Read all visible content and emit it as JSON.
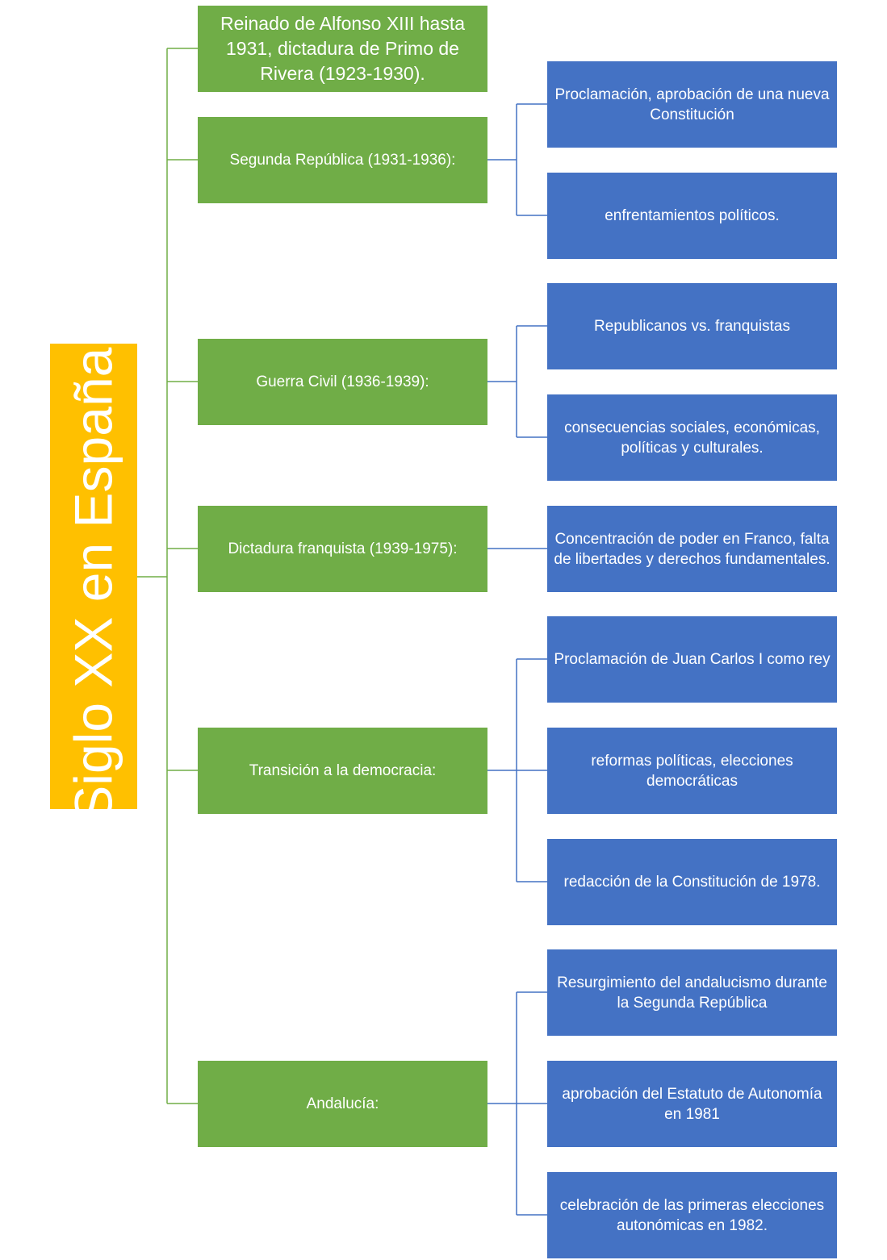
{
  "colors": {
    "root": "#FFC000",
    "level1": "#70AD47",
    "level2": "#4472C4",
    "connector_level1": "#70AD47",
    "connector_level2": "#4472C4"
  },
  "root": {
    "label": "Siglo XX en España:"
  },
  "branches": [
    {
      "label": "Reinado de Alfonso XIII hasta 1931, dictadura de Primo de Rivera (1923-1930).",
      "children": []
    },
    {
      "label": "Segunda República (1931-1936):",
      "children": [
        {
          "label": "Proclamación, aprobación de una nueva Constitución"
        },
        {
          "label": "enfrentamientos políticos."
        }
      ]
    },
    {
      "label": "Guerra Civil (1936-1939):",
      "children": [
        {
          "label": "Republicanos vs. franquistas"
        },
        {
          "label": "consecuencias sociales, económicas, políticas y culturales."
        }
      ]
    },
    {
      "label": "Dictadura franquista (1939-1975):",
      "children": [
        {
          "label": "Concentración de poder en Franco, falta de libertades y derechos fundamentales."
        }
      ]
    },
    {
      "label": "Transición a la democracia:",
      "children": [
        {
          "label": "Proclamación de Juan Carlos I como rey"
        },
        {
          "label": "reformas políticas, elecciones democráticas"
        },
        {
          "label": "redacción de la Constitución de 1978."
        }
      ]
    },
    {
      "label": "Andalucía:",
      "children": [
        {
          "label": "Resurgimiento del andalucismo durante la Segunda República"
        },
        {
          "label": "aprobación del Estatuto de Autonomía en 1981"
        },
        {
          "label": "celebración de las primeras elecciones autonómicas en 1982."
        }
      ]
    }
  ]
}
